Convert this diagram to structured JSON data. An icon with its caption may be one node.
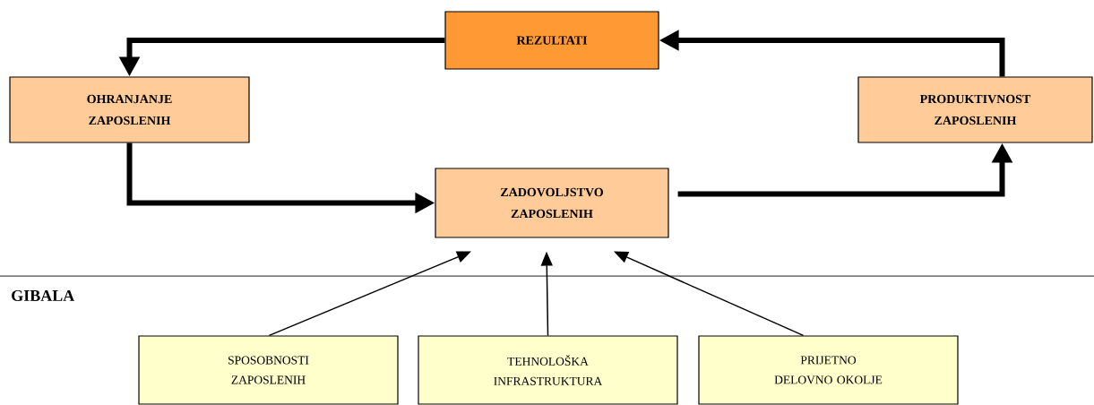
{
  "diagram": {
    "nodes": [
      {
        "text": [
          "REZULTATI"
        ]
      },
      {
        "text": [
          "OHRANJANJE ZAPOSLENIH"
        ]
      },
      {
        "text": [
          "PRODUKTIVNOST ZAPOSLENIH"
        ]
      },
      {
        "text": [
          "ZADOVOLJSTVO ZAPOSLENIH"
        ]
      },
      {
        "text": [
          "SPOSOBNOSTI ZAPOSLENIH"
        ]
      },
      {
        "text": [
          "TEHNOLOŠKA INFRASTRUKTURA"
        ]
      },
      {
        "text": [
          "PRIJETNO DELOVNO OKOLJE"
        ]
      }
    ],
    "edges": [
      {
        "from": 0,
        "to": 1,
        "arrow": "to"
      },
      {
        "from": 2,
        "to": 0,
        "arrow": "to"
      },
      {
        "from": 1,
        "to": 3,
        "arrow": "to"
      },
      {
        "from": 3,
        "to": 2,
        "arrow": "to"
      },
      {
        "from": 4,
        "to": 3,
        "arrow": "to"
      },
      {
        "from": 5,
        "to": 3,
        "arrow": "to"
      },
      {
        "from": 6,
        "to": 3,
        "arrow": "to"
      }
    ],
    "labels": [
      "GIBALA"
    ]
  }
}
